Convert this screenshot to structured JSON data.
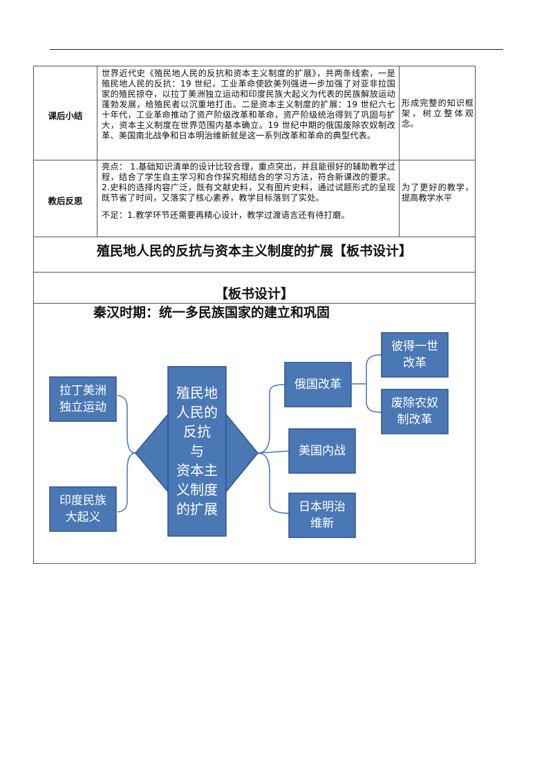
{
  "summary": {
    "label": "课后小结",
    "text": "世界近代史《殖民地人民的反抗和资本主义制度的扩展》，共两条线索，一是殖民地人民的反抗：19 世纪，工业革命使欧美列强进一步加强了对亚非拉国家的殖民掠夺，以拉丁美洲独立运动和印度民族大起义为代表的民族解放运动蓬勃发展，给殖民者以沉重地打击。二是资本主义制度的扩展：19 世纪六七十年代，工业革命推动了资产阶级改革和革命，资产阶级统治得到了巩固与扩大，资本主义制度在世界范围内基本确立。19 世纪中期的俄国废除农奴制改革、美国南北战争和日本明治维新就是这一系列改革和革命的典型代表。",
    "note": "形成完整的知识框架，树立整体观念。"
  },
  "reflection": {
    "label": "教后反思",
    "highlights": "亮点： 1.基础知识清单的设计比较合理，重点突出，并且能很好的辅助教学过程，结合了学生自主学习和合作探究相结合的学习方法，符合新课改的要求。2.史料的选择内容广泛，既有文献史料，又有图片史料，通过试题形式的呈现既节省了时间，又落实了核心素养，教学目标落到了实处。",
    "shortcomings": "不足：1.教学环节还需要再精心设计，教学过渡语言还有待打磨。",
    "note": "为了更好的教学，提高教学水平"
  },
  "board_title": "殖民地人民的反抗与资本主义制度的扩展【板书设计】",
  "board_heading": "【板书设计】",
  "board_subtitle": "秦汉时期：统一多民族国家的建立和巩固",
  "diagram": {
    "center": [
      "殖民地",
      "人民的",
      "反抗",
      "与",
      "资本主",
      "义制度",
      "的扩展"
    ],
    "left": [
      [
        "拉丁美洲",
        "独立运动"
      ],
      [
        "印度民族",
        "大起义"
      ]
    ],
    "right": [
      [
        "俄国改革"
      ],
      [
        "美国内战"
      ],
      [
        "日本明治",
        "维新"
      ]
    ],
    "far_right": [
      [
        "彼得一世",
        "改革"
      ],
      [
        "废除农奴",
        "制改革"
      ]
    ],
    "colors": {
      "box_fill": "#4a78b5",
      "box_stroke": "#2f528f",
      "connector": "#4472c4"
    }
  }
}
